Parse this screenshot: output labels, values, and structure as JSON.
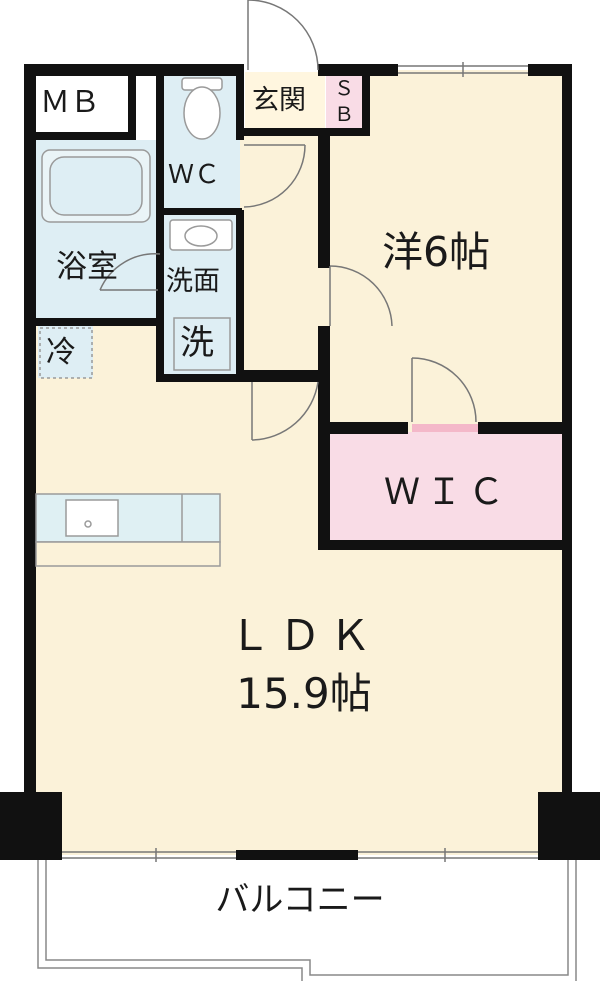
{
  "rooms": {
    "mb": "ＭＢ",
    "entrance": "玄関",
    "sb_top": "Ｓ",
    "sb_bottom": "Ｂ",
    "wc": "ＷＣ",
    "bath": "浴室",
    "washroom": "洗面",
    "washer": "洗",
    "fridge": "冷",
    "western_room": "洋6帖",
    "wic": "ＷＩＣ",
    "ldk_name": "ＬＤＫ",
    "ldk_size": "15.9帖",
    "balcony": "バルコニー"
  },
  "colors": {
    "wall": "#111111",
    "floor": "#fbf2d9",
    "wet_area": "#deeef4",
    "wic": "#f9dce6",
    "entrance": "#fff6df",
    "sb": "#f9dce6",
    "counter": "#dff0f3",
    "fixture_stroke": "#9a9a9a"
  }
}
